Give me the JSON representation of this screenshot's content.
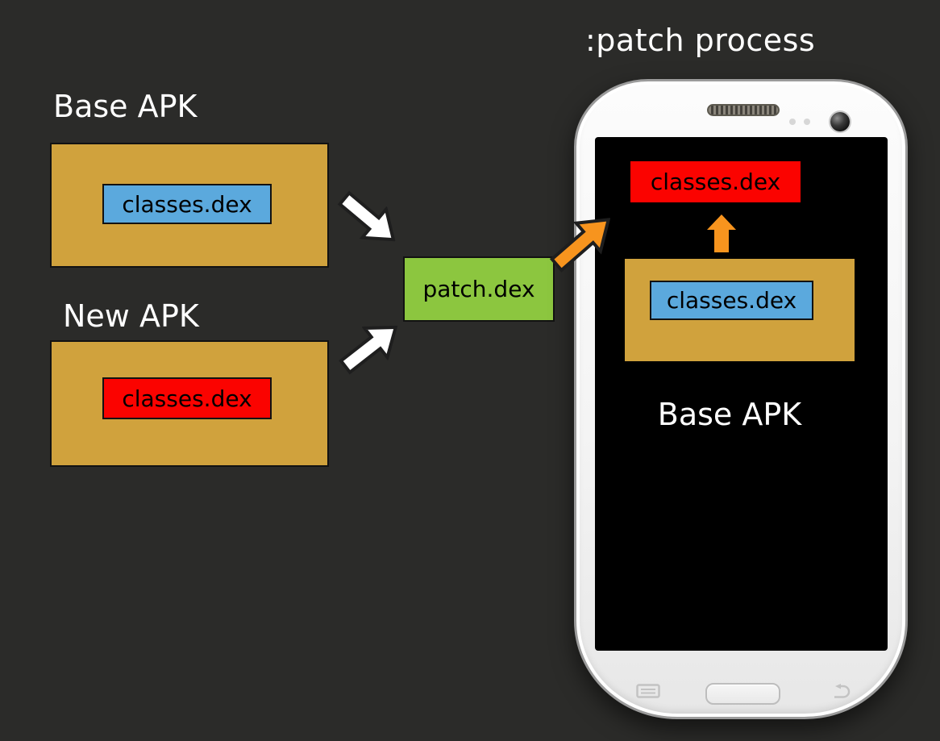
{
  "title": ":patch process",
  "colors": {
    "background": "#2B2B29",
    "apk_tan": "#D0A23D",
    "dex_blue": "#5BA9DD",
    "dex_red": "#FB0300",
    "patch_green": "#8CC63F",
    "arrow_orange": "#F7941E",
    "arrow_white": "#FFFFFF",
    "text_light": "#FFFFFF",
    "text_dark": "#000000"
  },
  "base_apk": {
    "title": "Base APK",
    "dex": "classes.dex"
  },
  "new_apk": {
    "title": "New APK",
    "dex": "classes.dex"
  },
  "patch": {
    "label": "patch.dex"
  },
  "phone_screen": {
    "patched_dex": "classes.dex",
    "base_dex": "classes.dex",
    "apk_title": "Base APK"
  }
}
